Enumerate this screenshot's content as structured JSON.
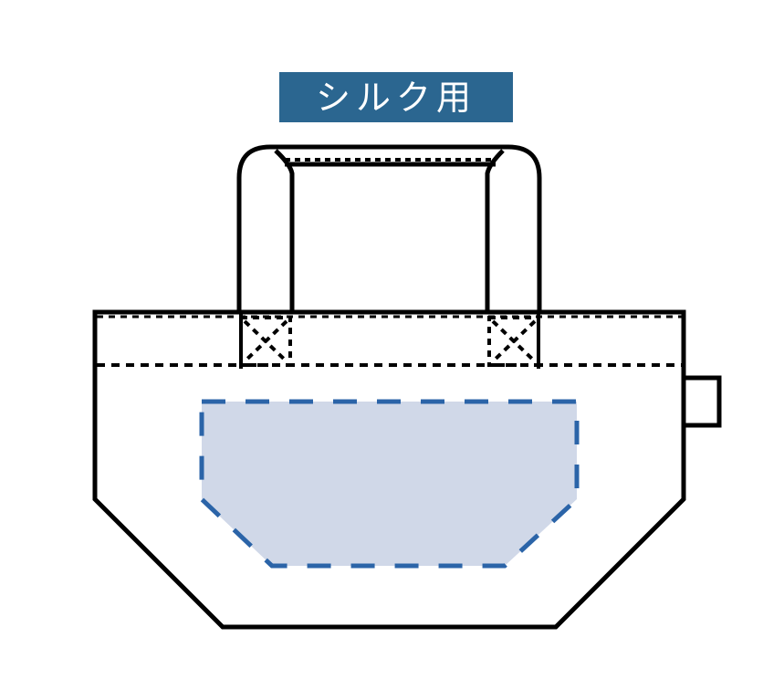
{
  "label": {
    "text": "シルク用",
    "background_color": "#2b6690",
    "text_color": "#ffffff"
  },
  "diagram": {
    "subject": "tote-bag-outline",
    "outline_color": "#000000",
    "print_area": {
      "fill_color": "#d0d8e8",
      "stroke_color": "#2b64a8",
      "stroke_style": "dashed"
    }
  }
}
